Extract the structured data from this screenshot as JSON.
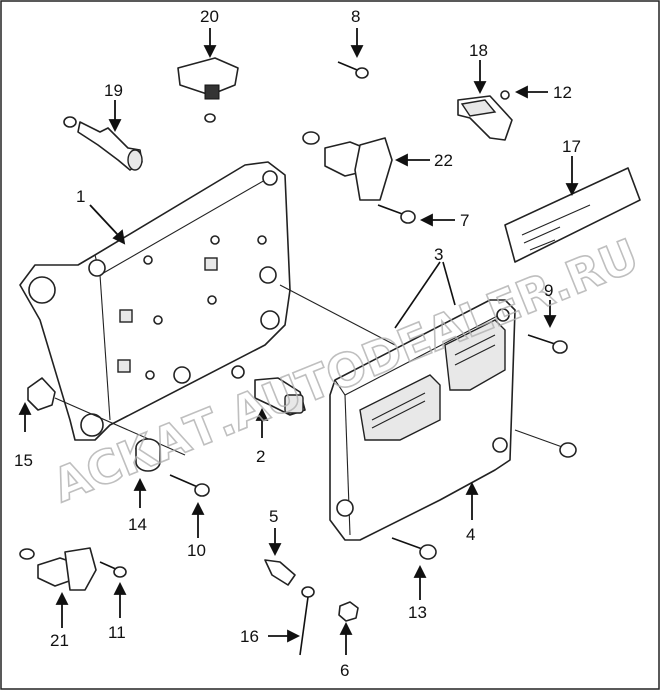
{
  "watermark": "АСКАТ.AUTODEALER.RU",
  "labels": [
    {
      "id": "1",
      "text": "1"
    },
    {
      "id": "2",
      "text": "2"
    },
    {
      "id": "3",
      "text": "3"
    },
    {
      "id": "4",
      "text": "4"
    },
    {
      "id": "5",
      "text": "5"
    },
    {
      "id": "6",
      "text": "6"
    },
    {
      "id": "7",
      "text": "7"
    },
    {
      "id": "8",
      "text": "8"
    },
    {
      "id": "9",
      "text": "9"
    },
    {
      "id": "10",
      "text": "10"
    },
    {
      "id": "11",
      "text": "11"
    },
    {
      "id": "12",
      "text": "12"
    },
    {
      "id": "13",
      "text": "13"
    },
    {
      "id": "14",
      "text": "14"
    },
    {
      "id": "15",
      "text": "15"
    },
    {
      "id": "16",
      "text": "16"
    },
    {
      "id": "17",
      "text": "17"
    },
    {
      "id": "18",
      "text": "18"
    },
    {
      "id": "19",
      "text": "19"
    },
    {
      "id": "20",
      "text": "20"
    },
    {
      "id": "21",
      "text": "21"
    },
    {
      "id": "22",
      "text": "22"
    }
  ]
}
